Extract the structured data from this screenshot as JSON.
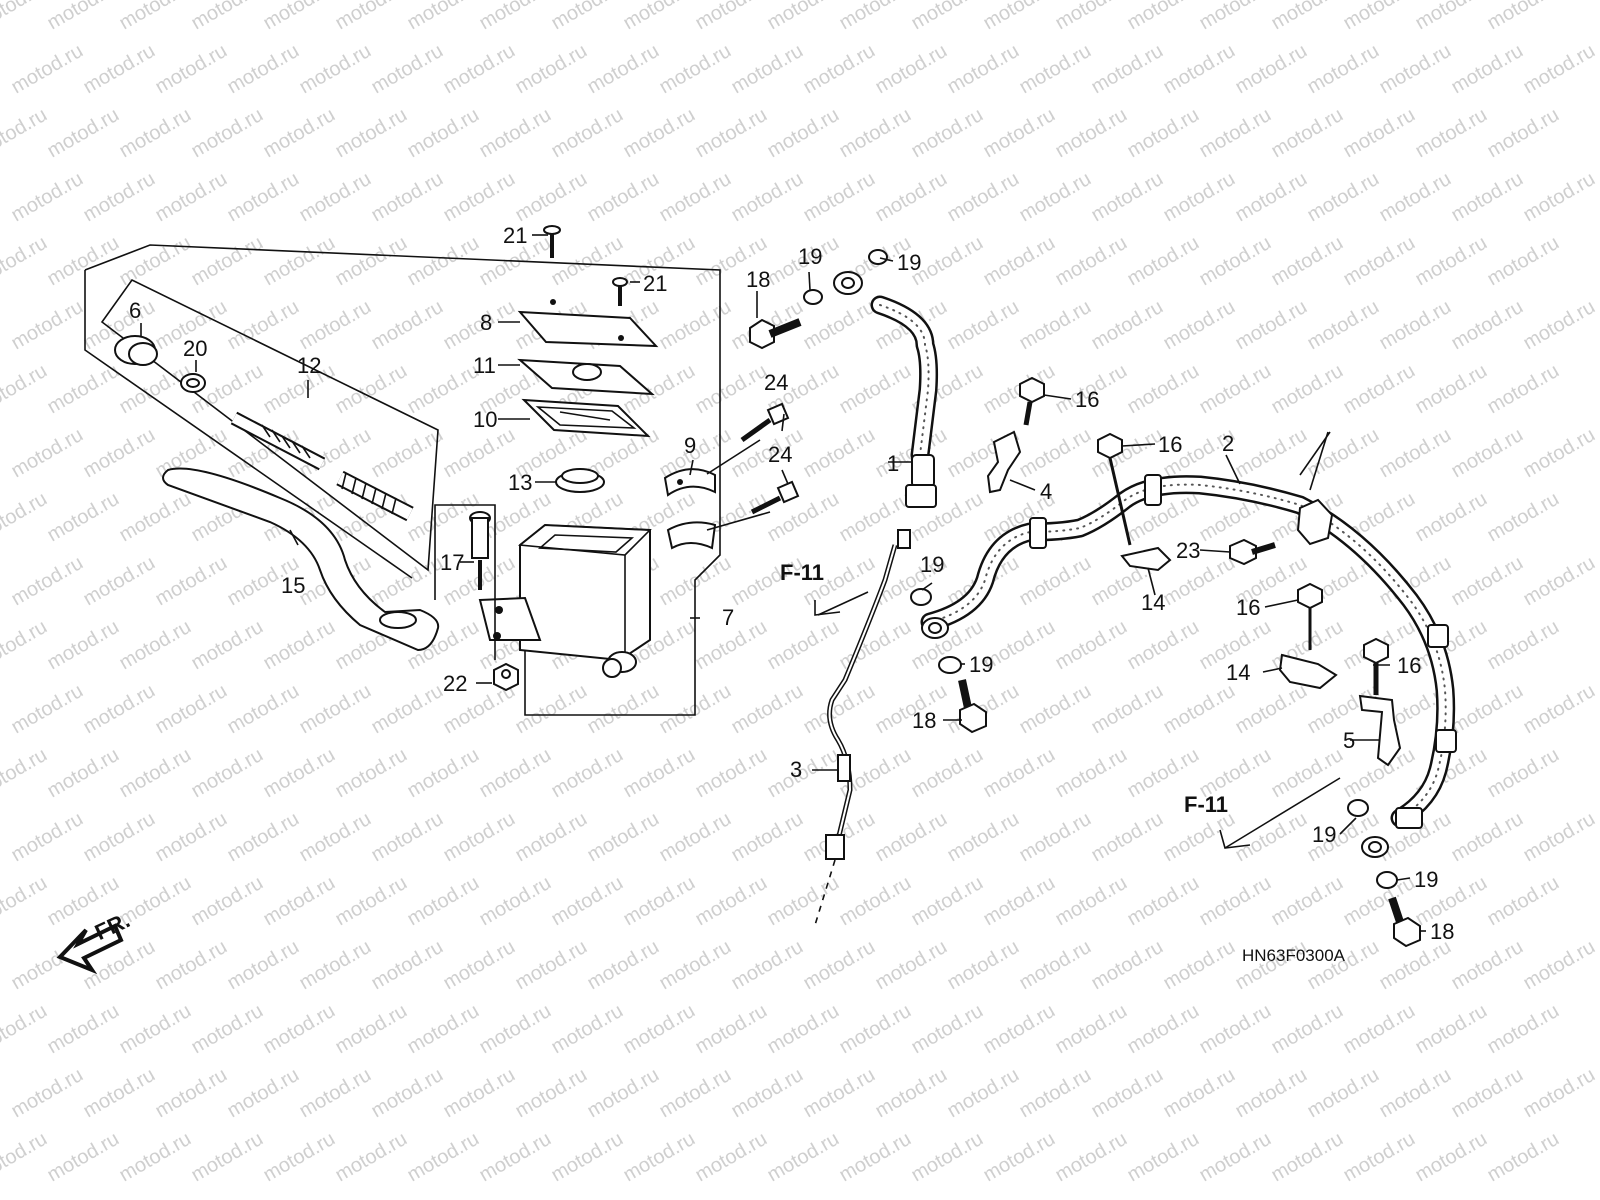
{
  "watermark": "motod.ru",
  "diagram_code": "HN63F0300A",
  "front_indicator": "FR.",
  "reference_labels": [
    "F-11",
    "F-11"
  ],
  "callouts": [
    {
      "key": "c1",
      "text": "1"
    },
    {
      "key": "c2",
      "text": "2"
    },
    {
      "key": "c3",
      "text": "3"
    },
    {
      "key": "c4",
      "text": "4"
    },
    {
      "key": "c5",
      "text": "5"
    },
    {
      "key": "c6",
      "text": "6"
    },
    {
      "key": "c7",
      "text": "7"
    },
    {
      "key": "c8",
      "text": "8"
    },
    {
      "key": "c9",
      "text": "9"
    },
    {
      "key": "c10",
      "text": "10"
    },
    {
      "key": "c11",
      "text": "11"
    },
    {
      "key": "c12",
      "text": "12"
    },
    {
      "key": "c13",
      "text": "13"
    },
    {
      "key": "c14a",
      "text": "14"
    },
    {
      "key": "c14b",
      "text": "14"
    },
    {
      "key": "c15",
      "text": "15"
    },
    {
      "key": "c16a",
      "text": "16"
    },
    {
      "key": "c16b",
      "text": "16"
    },
    {
      "key": "c16c",
      "text": "16"
    },
    {
      "key": "c16d",
      "text": "16"
    },
    {
      "key": "c17",
      "text": "17"
    },
    {
      "key": "c18a",
      "text": "18"
    },
    {
      "key": "c18b",
      "text": "18"
    },
    {
      "key": "c18c",
      "text": "18"
    },
    {
      "key": "c19a",
      "text": "19"
    },
    {
      "key": "c19b",
      "text": "19"
    },
    {
      "key": "c19c",
      "text": "19"
    },
    {
      "key": "c19d",
      "text": "19"
    },
    {
      "key": "c19e",
      "text": "19"
    },
    {
      "key": "c19f",
      "text": "19"
    },
    {
      "key": "c20",
      "text": "20"
    },
    {
      "key": "c21a",
      "text": "21"
    },
    {
      "key": "c21b",
      "text": "21"
    },
    {
      "key": "c22",
      "text": "22"
    },
    {
      "key": "c23",
      "text": "23"
    },
    {
      "key": "c24a",
      "text": "24"
    },
    {
      "key": "c24b",
      "text": "24"
    }
  ]
}
